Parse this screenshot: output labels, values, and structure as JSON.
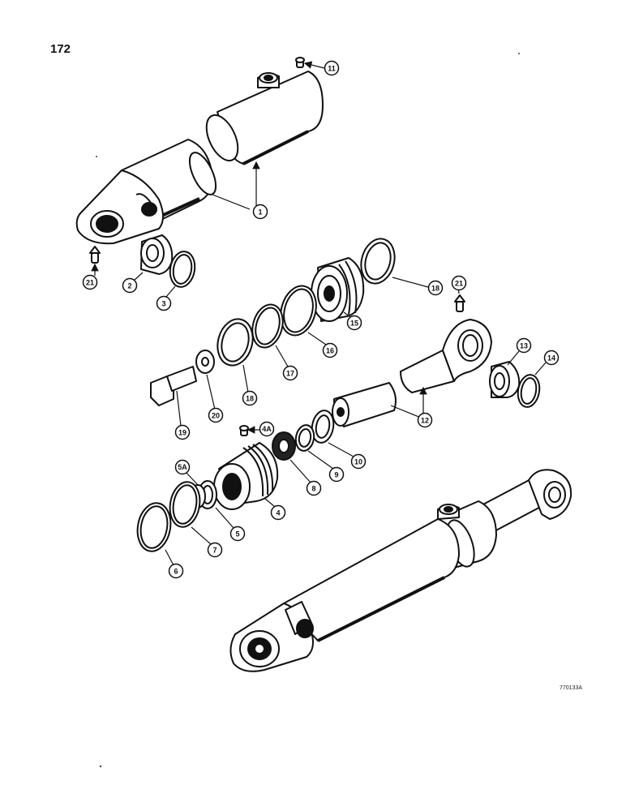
{
  "page_number": "172",
  "drawing_code": "770133A",
  "callouts": [
    "1",
    "2",
    "3",
    "4",
    "4A",
    "5",
    "5A",
    "6",
    "7",
    "8",
    "9",
    "10",
    "11",
    "12",
    "13",
    "14",
    "15",
    "16",
    "17",
    "18",
    "18",
    "19",
    "20",
    "21",
    "21"
  ]
}
